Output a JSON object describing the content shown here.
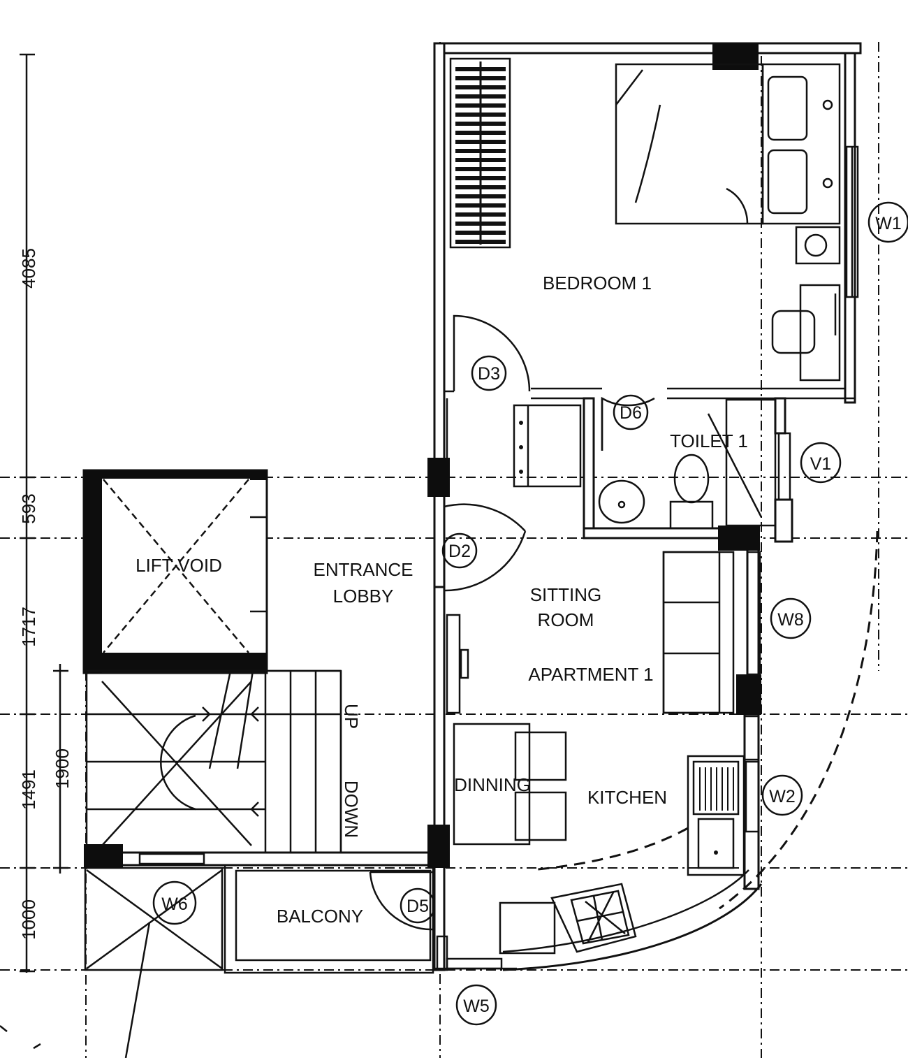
{
  "rooms": {
    "bedroom": "BEDROOM 1",
    "toilet": "TOILET 1",
    "lift_void": "LIFT VOID",
    "entrance_lobby_line1": "ENTRANCE",
    "entrance_lobby_line2": "LOBBY",
    "sitting_room_line1": "SITTING",
    "sitting_room_line2": "ROOM",
    "apartment": "APARTMENT 1",
    "dining": "DINNING",
    "kitchen": "KITCHEN",
    "balcony": "BALCONY"
  },
  "stair": {
    "up": "UP",
    "down": "DOWN"
  },
  "tags": {
    "d2": "D2",
    "d3": "D3",
    "d5": "D5",
    "d6": "D6",
    "v1": "V1",
    "w1": "W1",
    "w2": "W2",
    "w5": "W5",
    "w6": "W6",
    "w8": "W8"
  },
  "dimensions": {
    "d4085": "4085",
    "d593": "593",
    "d1717": "1717",
    "d1491": "1491",
    "d1900": "1900",
    "d1000": "1000"
  }
}
